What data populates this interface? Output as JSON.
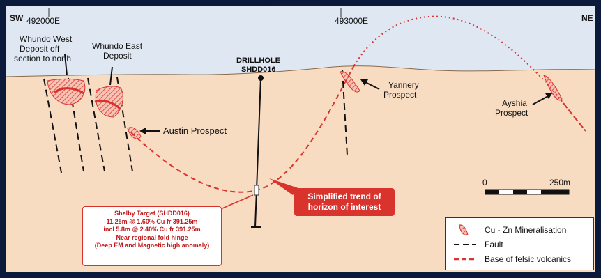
{
  "direction": {
    "left": "SW",
    "right": "NE"
  },
  "eastings": {
    "e1": "492000E",
    "e2": "493000E"
  },
  "labels": {
    "whundo_west": [
      "Whundo West",
      "Deposit off",
      "section to north"
    ],
    "whundo_east": [
      "Whundo East",
      "Deposit"
    ],
    "drillhole": [
      "DRILLHOLE",
      "SHDD016"
    ],
    "yannery": [
      "Yannery",
      "Prospect"
    ],
    "ayshia": [
      "Ayshia",
      "Prospect"
    ],
    "austin": "Austin Prospect"
  },
  "scale": {
    "zero": "0",
    "max": "250m"
  },
  "trend_callout": [
    "Simplified trend of",
    "horizon of interest"
  ],
  "target_callout": [
    "Shelby Target (SHDD016)",
    "11.25m @ 1.60% Cu fr 391.25m",
    "incl 5.8m @ 2.40% Cu fr 391.25m",
    "Near regional fold hinge",
    "(Deep EM and Magnetic high anomaly)"
  ],
  "legend": {
    "mineralisation": "Cu - Zn Mineralisation",
    "fault": "Fault",
    "base": "Base of felsic volcanics"
  },
  "colors": {
    "sky": "#dfe8f2",
    "ground": "#f8dcc2",
    "trend_red": "#d9332e",
    "mineral_hatch": "#d9332e"
  }
}
